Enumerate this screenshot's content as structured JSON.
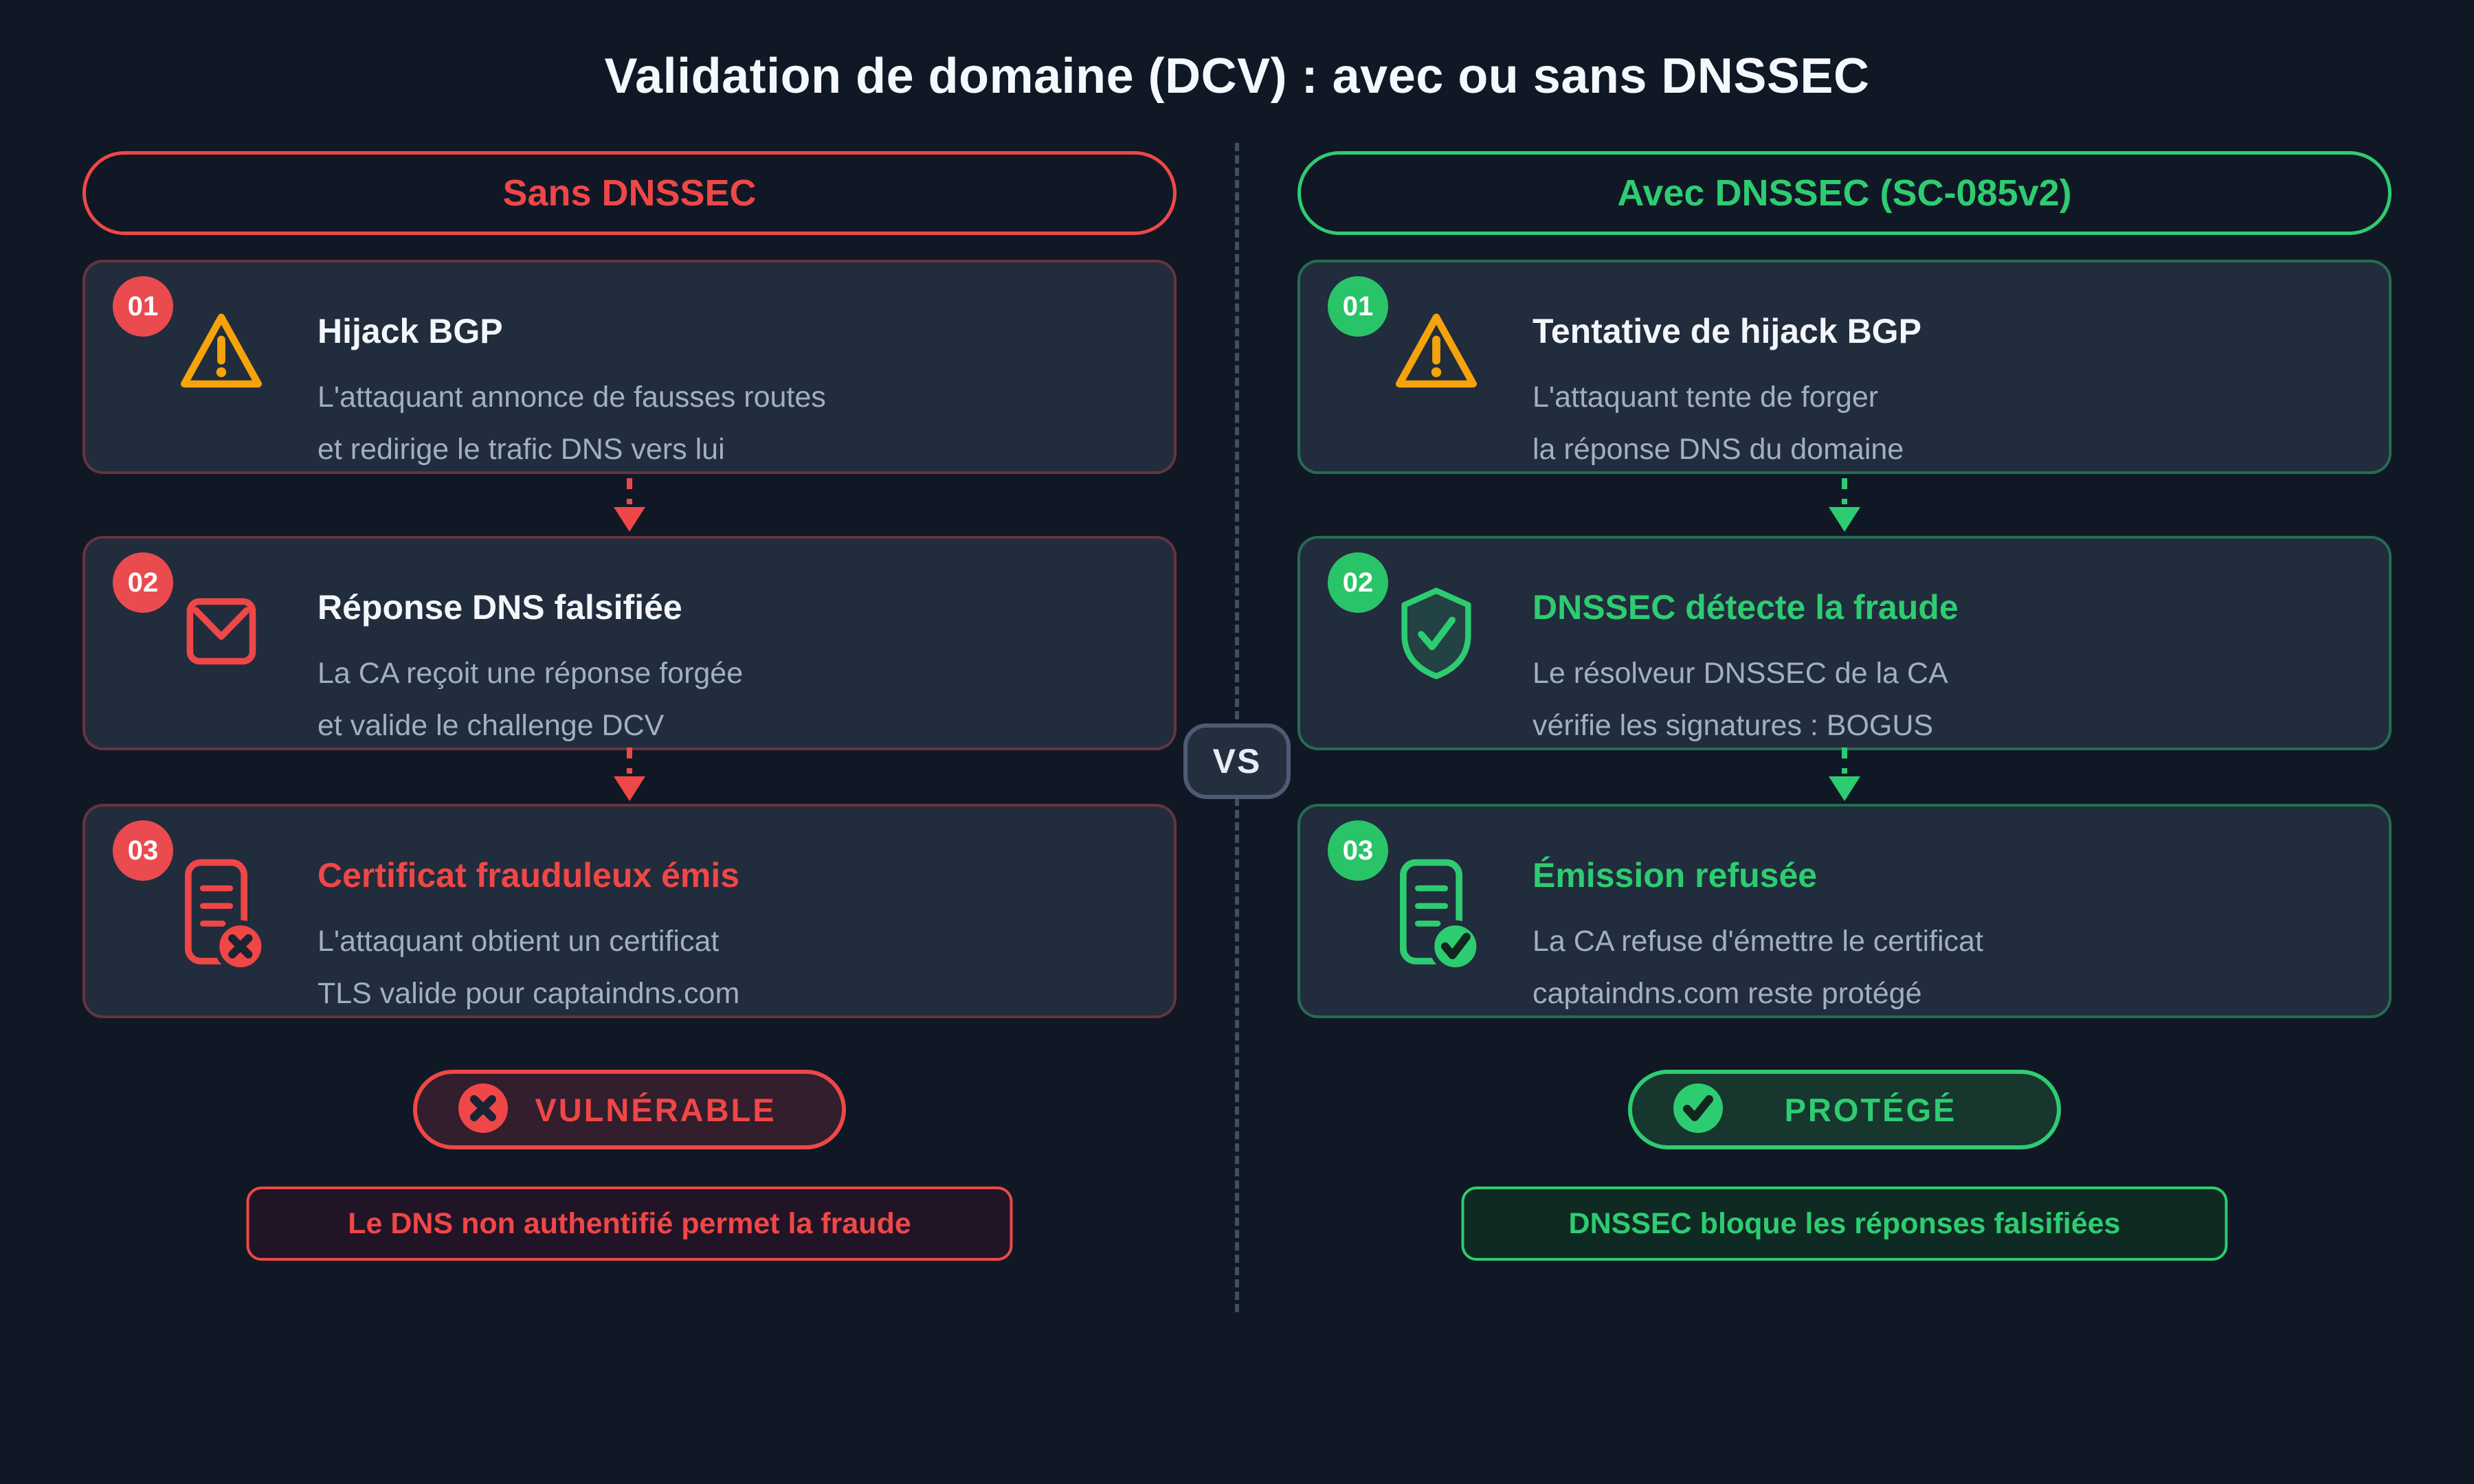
{
  "page_title": "Validation de domaine (DCV) : avec ou sans DNSSEC",
  "vs_badge": "VS",
  "colors": {
    "background": "#101826",
    "card_background": "#212c3c",
    "red_accent": "#ef4747",
    "green_accent": "#2ecc71",
    "orange_accent": "#f5a30b",
    "body_text": "#9fb0c2",
    "divider_slate": "#3f4f66"
  },
  "left_column": {
    "header": "Sans DNSSEC",
    "steps": [
      {
        "num": "01",
        "icon": "warning-triangle-icon",
        "title": "Hijack BGP",
        "lines": [
          "L'attaquant annonce de fausses routes",
          "et redirige le trafic DNS vers lui"
        ]
      },
      {
        "num": "02",
        "icon": "envelope-icon",
        "title": "Réponse DNS falsifiée",
        "lines": [
          "La CA reçoit une réponse forgée",
          "et valide le challenge DCV"
        ]
      },
      {
        "num": "03",
        "icon": "document-x-icon",
        "title": "Certificat frauduleux émis",
        "lines": [
          "L'attaquant obtient un certificat",
          "TLS valide pour captaindns.com"
        ]
      }
    ],
    "verdict": "VULNÉRABLE",
    "note": "Le DNS non authentifié permet la fraude"
  },
  "right_column": {
    "header": "Avec DNSSEC (SC-085v2)",
    "steps": [
      {
        "num": "01",
        "icon": "warning-triangle-icon",
        "title": "Tentative de hijack BGP",
        "lines": [
          "L'attaquant tente de forger",
          "la réponse DNS du domaine"
        ]
      },
      {
        "num": "02",
        "icon": "shield-check-icon",
        "title": "DNSSEC détecte la fraude",
        "lines": [
          "Le résolveur DNSSEC de la CA",
          "vérifie les signatures : BOGUS"
        ]
      },
      {
        "num": "03",
        "icon": "document-check-icon",
        "title": "Émission refusée",
        "lines": [
          "La CA refuse d'émettre le certificat",
          "captaindns.com reste protégé"
        ]
      }
    ],
    "verdict": "PROTÉGÉ",
    "note": "DNSSEC bloque les réponses falsifiées"
  }
}
